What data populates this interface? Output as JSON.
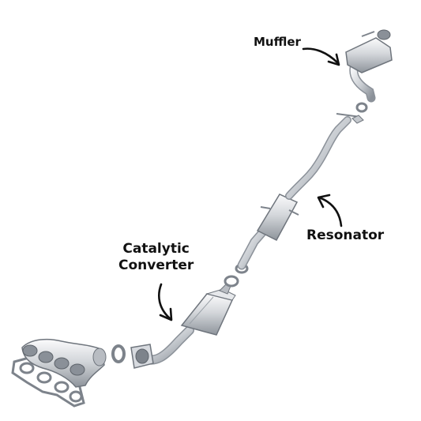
{
  "labels": {
    "muffler": "Muffler",
    "resonator": "Resonator",
    "catalytic_converter_line1": "Catalytic",
    "catalytic_converter_line2": "Converter"
  },
  "colors": {
    "metal_light": "#eef0f2",
    "metal_mid": "#c4c8cd",
    "metal_dark": "#7d838b",
    "gasket": "#8a8f96",
    "text": "#111111",
    "background": "#ffffff"
  },
  "components": [
    "exhaust-manifold",
    "manifold-gasket",
    "flange-gasket",
    "front-pipe",
    "catalytic-converter",
    "ring-gasket",
    "resonator",
    "mid-pipe",
    "tailpipe-muffler",
    "hanger-bracket"
  ]
}
